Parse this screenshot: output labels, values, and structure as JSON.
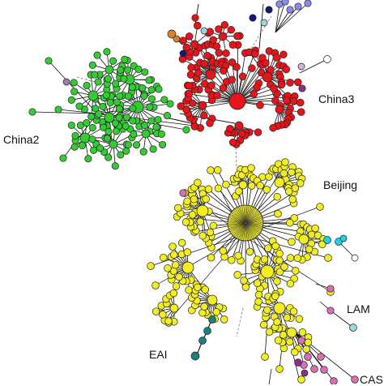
{
  "diagram": {
    "labels": {
      "china2": "China2",
      "china3": "China3",
      "beijing": "Beijing",
      "lam": "LAM",
      "eai": "EAI",
      "cas": "CAS"
    },
    "colors": {
      "china2_node": "#33cc33",
      "china3_node": "#e8141b",
      "beijing_node": "#f2ee22",
      "edge": "#111111",
      "dashed_link": "#999999",
      "lam_node": "#9fd6d6",
      "cyan_node": "#18d4e0",
      "eai_node": "#1f7f7f",
      "cas_node": "#d76fb0",
      "blue_node": "#8a8ae8",
      "navy_node": "#16167a",
      "orange_node": "#d9832b",
      "purple_node": "#8a2f8a",
      "mauve_node": "#a07aa8",
      "light_pink_node": "#d6b4d6"
    }
  }
}
